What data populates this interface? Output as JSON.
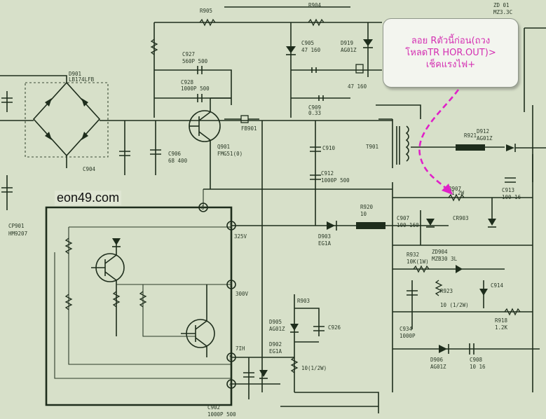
{
  "watermark": {
    "text": "eon49.com"
  },
  "callout": {
    "lines": [
      "ลอย Rตัวนี้ก่อน(ถวง",
      "โหลดTR HOR.OUT)>",
      "เช็คแรงไฟ+"
    ],
    "text_color": "#d42fb2"
  },
  "components": {
    "d901": "D901",
    "d901_part": "LB174LFB",
    "r904": "R904",
    "r905": "R905",
    "c927": "C927",
    "c927_val": "560P 500",
    "c928": "C928",
    "c928_val": "1000P 500",
    "q901": "Q901",
    "q901_part": "FMG51(0)",
    "fb901": "FB901",
    "c906": "C906",
    "c906_val": "68 400",
    "c904": "C904",
    "c905": "C905",
    "c905_val": "47 160",
    "d919": "D919",
    "d919_part": "AG01Z",
    "c909": "C909",
    "c909_val": "0.33",
    "c910": "C910",
    "c910_val": "47 160",
    "c912": "C912",
    "c912_val": "1000P 500",
    "d903": "D903",
    "d903_part": "EG1A",
    "r920": "R920",
    "r920_val": "10",
    "c907": "C907",
    "c907_val": "100 160",
    "q901_sub": "CR903",
    "d905": "D905",
    "d905_part": "AG01Z",
    "d902": "D902",
    "d902_part": "EG1A",
    "c926": "C926",
    "r903": "R903",
    "r903_val": "10(1/2W)",
    "c902": "C902",
    "c902_val": "1000P 500",
    "cp901": "CP901",
    "cp901_part": "HM9207",
    "t901": "T901",
    "r907": "R907",
    "r907_val": "1.2W",
    "c913": "C913",
    "c913_val": "100 16",
    "zd904": "ZD904",
    "zd904_part": "MZB30 3L",
    "r932": "R932",
    "r932_val": "10K(1W)",
    "r923": "R923",
    "r923_val": "10 (1/2W)",
    "c934": "C934",
    "c934_val": "1000P",
    "c914": "C914",
    "r918": "R918",
    "r918_val": "1.2K",
    "d906": "D906",
    "d906_part": "AG01Z",
    "c908": "C908",
    "c908_val": "10 16",
    "d912": "D912",
    "d912_part": "AG01Z",
    "r921": "R921",
    "zd": "ZD 01",
    "zd_part": "MZ3.3C",
    "pin_325v": "325V",
    "pin_300v": "300V",
    "pin_7ih": "7IH"
  }
}
